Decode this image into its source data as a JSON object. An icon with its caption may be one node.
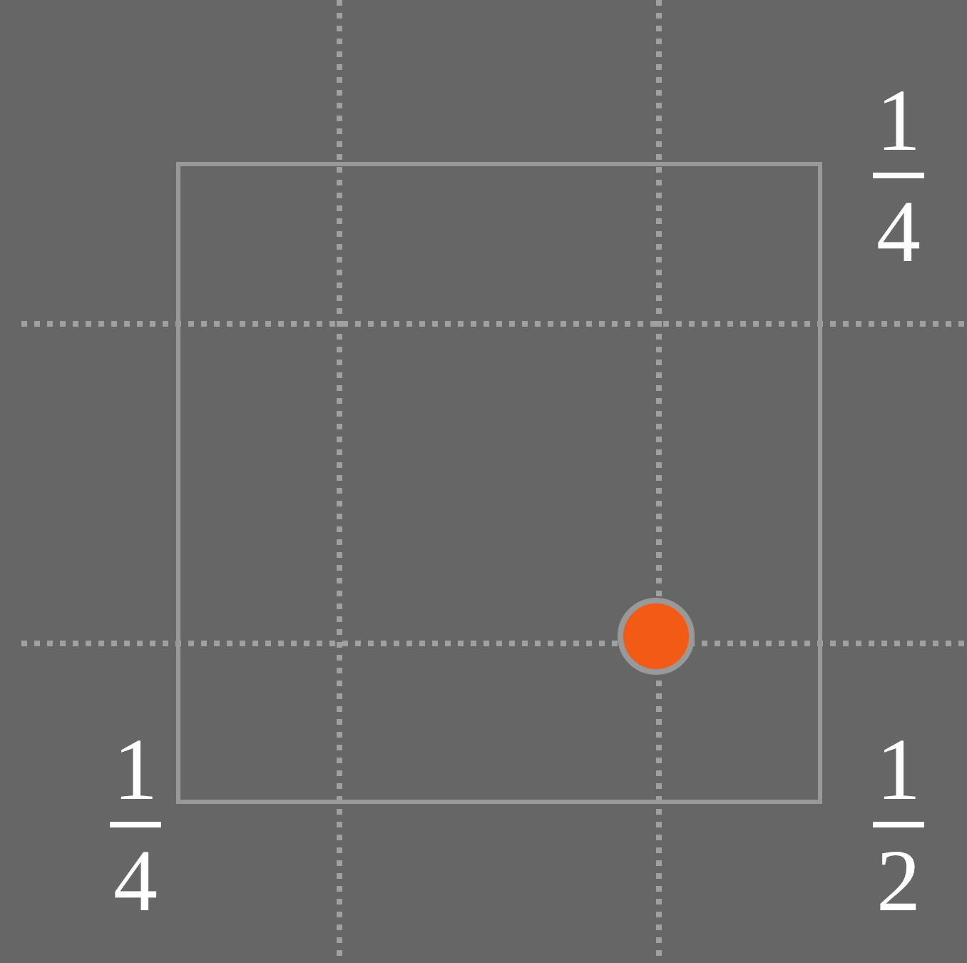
{
  "diagram": {
    "labels": [
      "1",
      "4",
      "1",
      "4",
      "1",
      "2"
    ]
  }
}
